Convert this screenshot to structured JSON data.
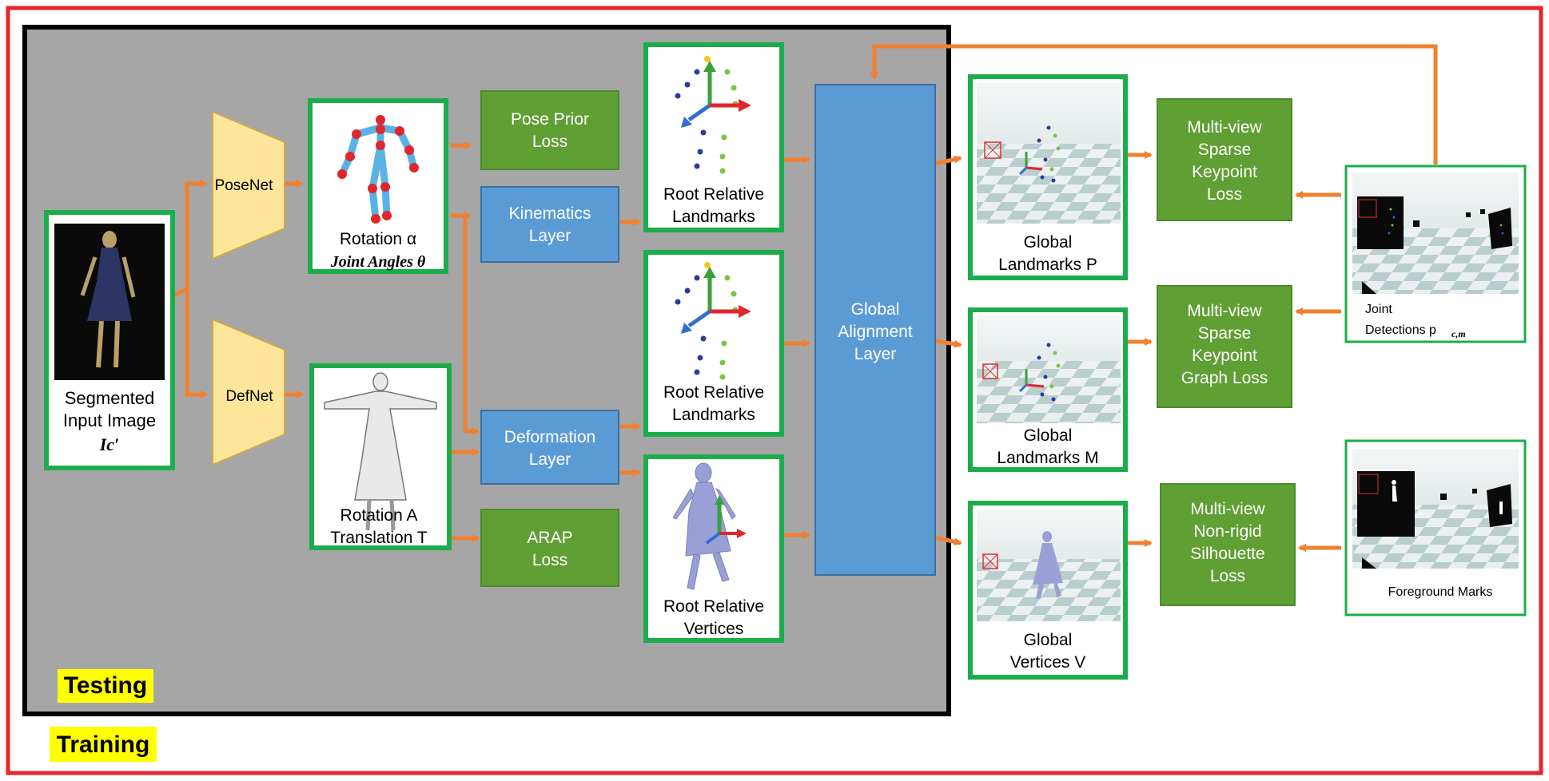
{
  "labels": {
    "input_l1": "Segmented",
    "input_l2": "Input Image",
    "input_l3": "Ic′",
    "posenet": "PoseNet",
    "defnet": "DefNet",
    "pose_out_l1": "Rotation  α",
    "pose_out_l2": "Joint Angles θ",
    "def_out_l1": "Rotation A",
    "def_out_l2": "Translation  T",
    "pose_prior_l1": "Pose Prior",
    "pose_prior_l2": "Loss",
    "kin_l1": "Kinematics",
    "kin_l2": "Layer",
    "deform_l1": "Deformation",
    "deform_l2": "Layer",
    "arap_l1": "ARAP",
    "arap_l2": "Loss",
    "rr1_l1": "Root Relative",
    "rr1_l2": "Landmarks",
    "rr2_l1": "Root Relative",
    "rr2_l2": "Landmarks",
    "rrv_l1": "Root Relative",
    "rrv_l2": "Vertices",
    "gal_l1": "Global",
    "gal_l2": "Alignment",
    "gal_l3": "Layer",
    "glp_l1": "Global",
    "glp_l2": "Landmarks P",
    "glm_l1": "Global",
    "glm_l2": "Landmarks M",
    "gv_l1": "Global",
    "gv_l2": "Vertices V",
    "mvs_l1": "Multi-view",
    "mvs_l2": "Sparse",
    "mvs_l3": "Keypoint",
    "mvs_l4": "Loss",
    "mvg_l1": "Multi-view",
    "mvg_l2": "Sparse",
    "mvg_l3": "Keypoint",
    "mvg_l4": "Graph Loss",
    "mvn_l1": "Multi-view",
    "mvn_l2": "Non-rigid",
    "mvn_l3": "Silhouette",
    "mvn_l4": "Loss",
    "jd_l1": "Joint",
    "jd_l2": "Detections p",
    "jd_sub": "c,m",
    "fg": "Foreground Marks",
    "testing": "Testing",
    "training": "Training"
  },
  "colors": {
    "training_border": "#e8242a",
    "testing_border": "#000000",
    "testing_bg": "#a6a6a6",
    "green_border": "#1cad4b",
    "green_box": "#5f9f33",
    "blue_box": "#5b9bd5",
    "net_fill": "#fde59a",
    "net_stroke": "#d3a84d",
    "arrow": "#f08030",
    "highlight": "#ffff00"
  }
}
